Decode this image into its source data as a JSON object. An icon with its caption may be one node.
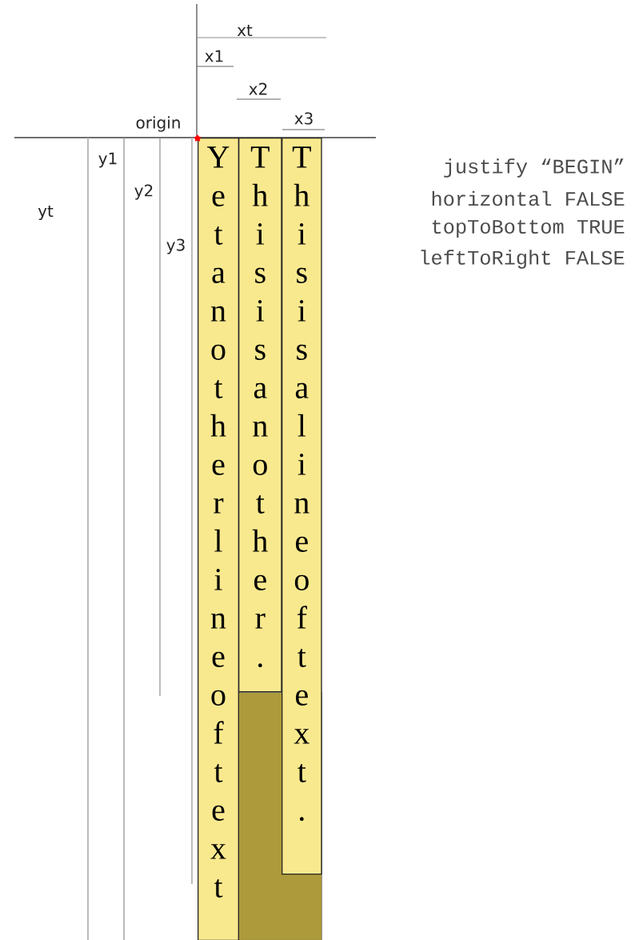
{
  "diagram": {
    "nodes": [
      {
        "text": [
          "Yet another line of text"
        ]
      },
      {
        "text": [
          "This is another."
        ]
      },
      {
        "text": [
          "This is a line of text."
        ]
      },
      {
        "text": [],
        "shape": "box"
      }
    ],
    "labels": [
      "xt",
      "x1",
      "x2",
      "x3",
      "origin",
      "y1",
      "y2",
      "yt",
      "y3",
      "justify “BEGIN”",
      "horizontal FALSE",
      "topToBottom TRUE",
      "leftToRight FALSE"
    ]
  }
}
